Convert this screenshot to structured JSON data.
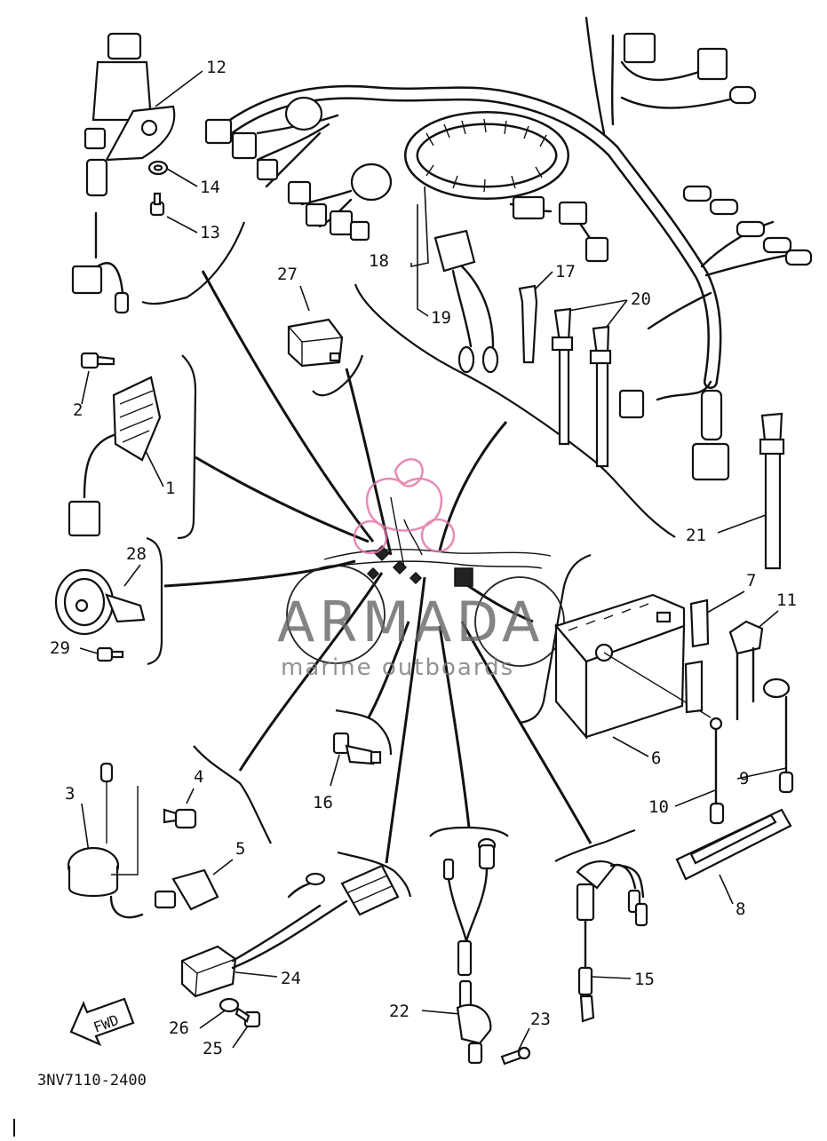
{
  "drawing_code": "3NV7110-2400",
  "watermark": {
    "brand": "ARMADA",
    "tagline": "marine outboards",
    "accent_color": "#e06fa5",
    "text_color": "#666666"
  },
  "fwd_label": "FWD",
  "callouts": [
    {
      "id": "c1",
      "label": "1"
    },
    {
      "id": "c2",
      "label": "2"
    },
    {
      "id": "c3",
      "label": "3"
    },
    {
      "id": "c4",
      "label": "4"
    },
    {
      "id": "c5",
      "label": "5"
    },
    {
      "id": "c6",
      "label": "6"
    },
    {
      "id": "c7",
      "label": "7"
    },
    {
      "id": "c8",
      "label": "8"
    },
    {
      "id": "c9",
      "label": "9"
    },
    {
      "id": "c10",
      "label": "10"
    },
    {
      "id": "c11",
      "label": "11"
    },
    {
      "id": "c12",
      "label": "12"
    },
    {
      "id": "c13",
      "label": "13"
    },
    {
      "id": "c14",
      "label": "14"
    },
    {
      "id": "c15",
      "label": "15"
    },
    {
      "id": "c16",
      "label": "16"
    },
    {
      "id": "c17",
      "label": "17"
    },
    {
      "id": "c18",
      "label": "18"
    },
    {
      "id": "c19",
      "label": "19"
    },
    {
      "id": "c20",
      "label": "20"
    },
    {
      "id": "c21",
      "label": "21"
    },
    {
      "id": "c22",
      "label": "22"
    },
    {
      "id": "c23",
      "label": "23"
    },
    {
      "id": "c24",
      "label": "24"
    },
    {
      "id": "c25",
      "label": "25"
    },
    {
      "id": "c26",
      "label": "26"
    },
    {
      "id": "c27",
      "label": "27"
    },
    {
      "id": "c28",
      "label": "28"
    },
    {
      "id": "c29",
      "label": "29"
    }
  ]
}
